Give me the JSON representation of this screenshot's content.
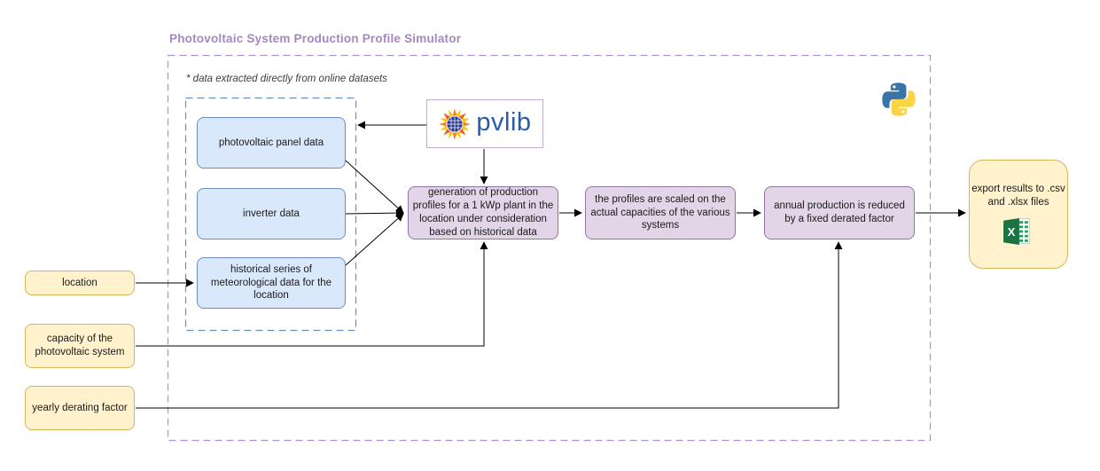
{
  "title": "Photovoltaic System Production Profile Simulator",
  "note": "* data extracted directly from online datasets",
  "sources": [
    {
      "label": "photovoltaic panel data"
    },
    {
      "label": "inverter data"
    },
    {
      "label": "historical series of\nmeteorological data for the\nlocation"
    }
  ],
  "processes": [
    {
      "label": "generation of production\nprofiles for a 1 kWp plant in the\nlocation under consideration\nbased on historical data"
    },
    {
      "label": "the profiles are scaled on the\nactual capacities of the various\nsystems"
    },
    {
      "label": "annual production is reduced\nby a fixed derated factor"
    }
  ],
  "inputs": [
    {
      "label": "location"
    },
    {
      "label": "capacity of the\nphotovoltaic system"
    },
    {
      "label": "yearly derating factor"
    }
  ],
  "output": {
    "label": "export results to .csv\nand .xlsx files"
  },
  "logos": {
    "pvlib_label": "pvlib",
    "pvlib_sun_icon": "pvlib-sun-icon",
    "python_icon": "python-icon",
    "excel_icon": "excel-icon"
  },
  "colors": {
    "title_text": "#a687c2",
    "outer_dashed_border": "#ab94ce",
    "inner_dashed_border": "#6c8ebf",
    "source_fill": "#dae8fc",
    "source_border": "#6c8ebf",
    "process_fill": "#e1d5e7",
    "process_border": "#9673a6",
    "io_fill": "#fff2cc",
    "io_border": "#d6b656",
    "arrow": "#000000",
    "pvlib_text": "#2a5caa",
    "excel_green": "#1a7340",
    "python_blue": "#3974a6",
    "python_yellow": "#fcd345"
  }
}
